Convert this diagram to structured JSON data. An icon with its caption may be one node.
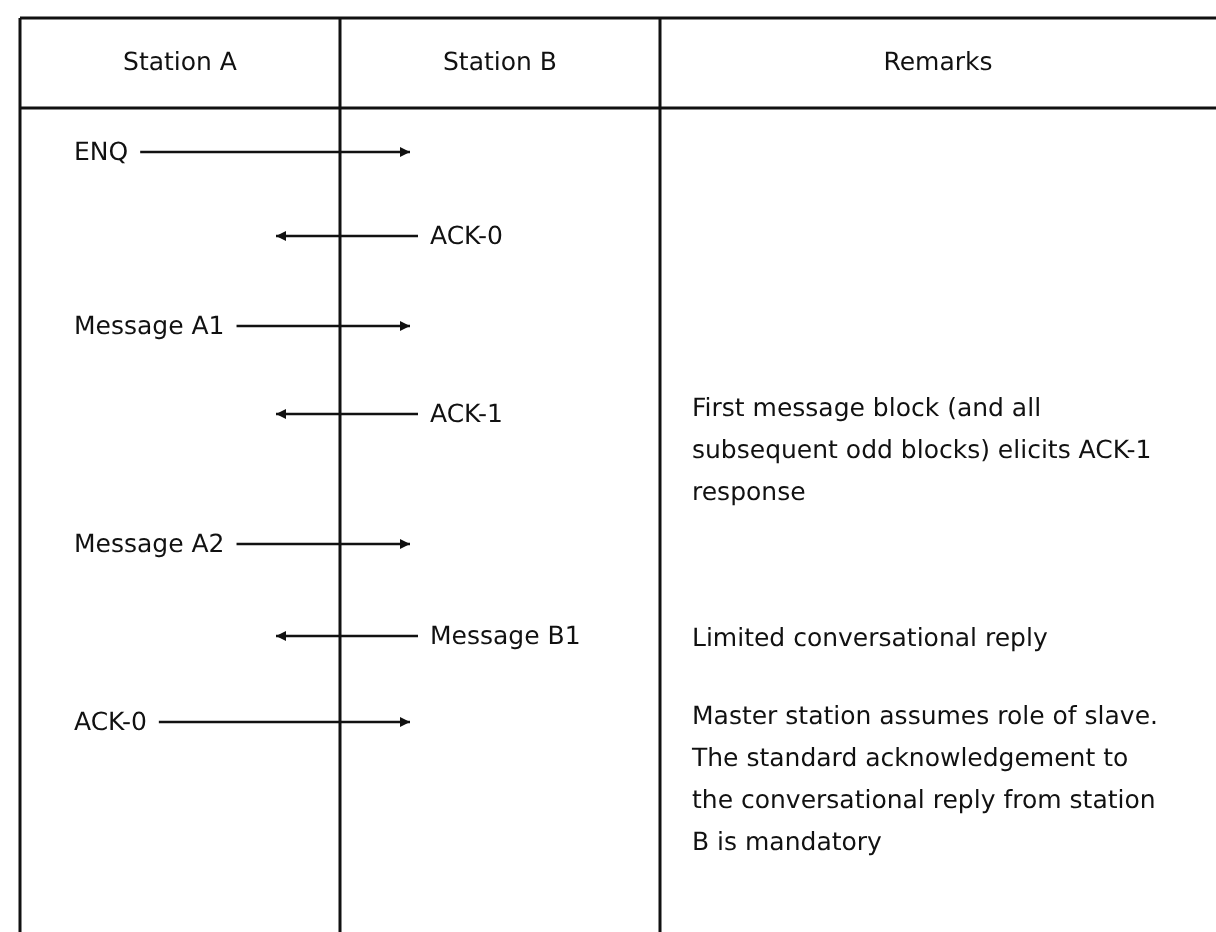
{
  "diagram": {
    "nodes": [
      {
        "text": [
          "ENQ"
        ]
      },
      {
        "text": [
          "ACK-0"
        ]
      },
      {
        "text": [
          "Message A1"
        ]
      },
      {
        "text": [
          "ACK-1"
        ]
      },
      {
        "text": [
          "Message A2"
        ]
      },
      {
        "text": [
          "Message B1"
        ]
      },
      {
        "text": [
          "ACK-0"
        ]
      }
    ],
    "edges": [
      {
        "from": 0,
        "to": null,
        "arrow": "to"
      },
      {
        "from": 1,
        "to": null,
        "arrow": "to"
      },
      {
        "from": 2,
        "to": null,
        "arrow": "to"
      },
      {
        "from": 3,
        "to": null,
        "arrow": "to"
      },
      {
        "from": 4,
        "to": null,
        "arrow": "to"
      },
      {
        "from": 5,
        "to": null,
        "arrow": "to"
      },
      {
        "from": 6,
        "to": null,
        "arrow": "to"
      }
    ],
    "labels": [
      "Station A",
      "Station B",
      "Remarks",
      "First message block (and all subsequent odd blocks) elicits ACK-1 response",
      "Limited conversational reply",
      "Master station assumes role of slave. The standard acknowledgement to the conversational reply from station B is mandatory"
    ]
  }
}
